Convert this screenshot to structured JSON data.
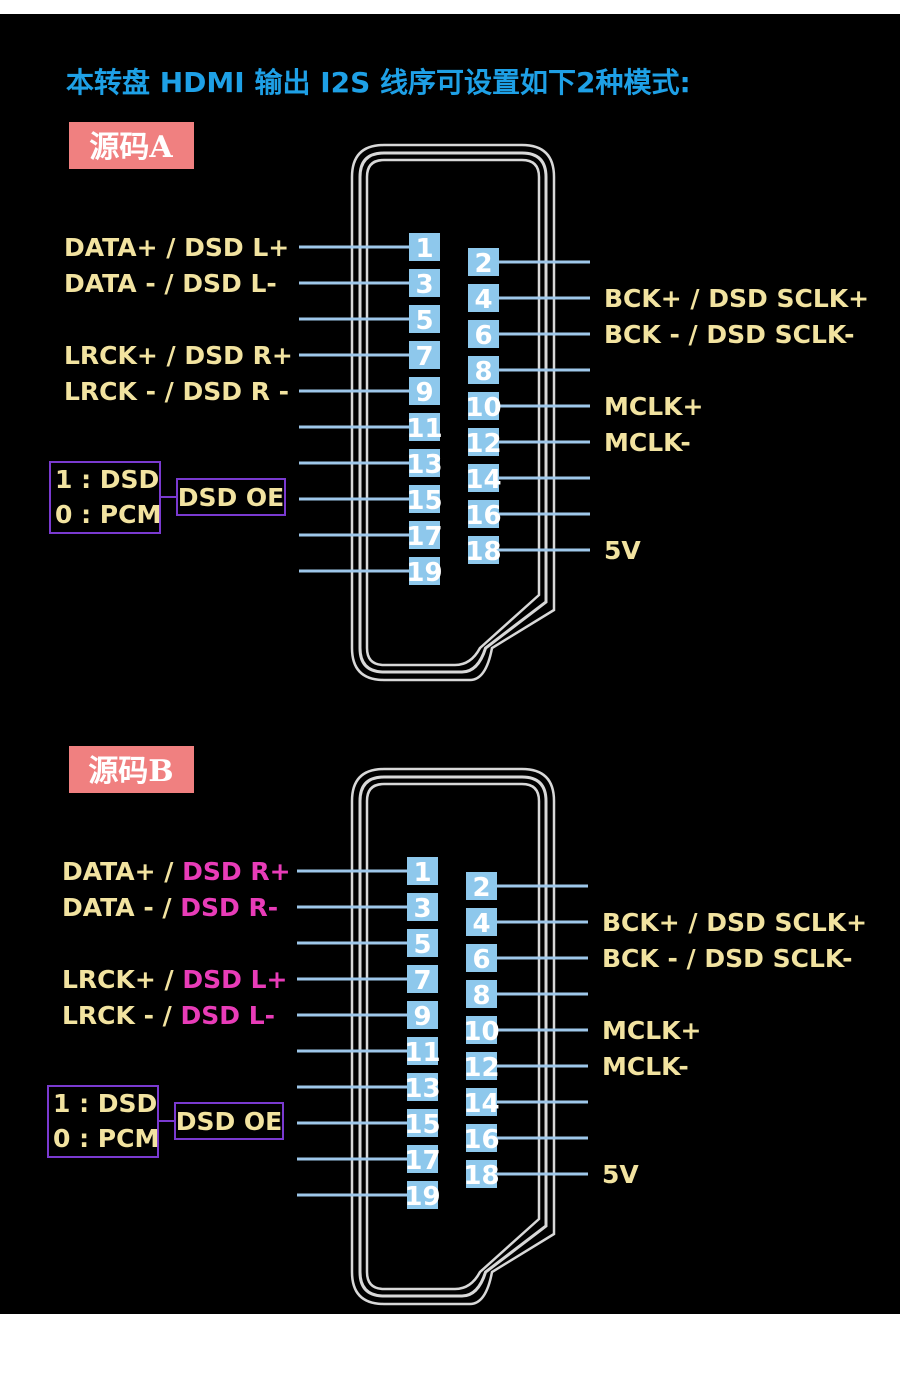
{
  "title": "本转盘 HDMI 输出 I2S 线序可设置如下2种模式:",
  "colors": {
    "background": "#000000",
    "page": "#ffffff",
    "title": "#1ea0e6",
    "label": "#f2e3a0",
    "highlight": "#e83cb8",
    "badge_bg": "#f08080",
    "pin_box": "#8ec8ec",
    "pin_text": "#ffffff",
    "lead": "#9ec7ea",
    "connector": "#d8d8d8",
    "purple_box": "#7a3ad0"
  },
  "diagrams": [
    {
      "badge": "源码A",
      "pins": [
        "1",
        "2",
        "3",
        "4",
        "5",
        "6",
        "7",
        "8",
        "9",
        "10",
        "11",
        "12",
        "13",
        "14",
        "15",
        "16",
        "17",
        "18",
        "19"
      ],
      "left_labels": [
        {
          "pin": "1",
          "parts": [
            {
              "text": "DATA+ / DSD L+",
              "hl": false
            }
          ]
        },
        {
          "pin": "3",
          "parts": [
            {
              "text": "DATA - / DSD L-",
              "hl": false
            }
          ]
        },
        {
          "pin": "7",
          "parts": [
            {
              "text": "LRCK+ / DSD R+",
              "hl": false
            }
          ]
        },
        {
          "pin": "9",
          "parts": [
            {
              "text": "LRCK - / DSD R -",
              "hl": false
            }
          ]
        }
      ],
      "right_labels": [
        {
          "pin": "4",
          "text": "BCK+ / DSD SCLK+"
        },
        {
          "pin": "6",
          "text": "BCK - / DSD SCLK-"
        },
        {
          "pin": "10",
          "text": "MCLK+"
        },
        {
          "pin": "12",
          "text": "MCLK-"
        },
        {
          "pin": "18",
          "text": "5V"
        }
      ],
      "dsd_oe": "DSD OE",
      "mode_lines": [
        "1 : DSD",
        "0 : PCM"
      ]
    },
    {
      "badge": "源码B",
      "pins": [
        "1",
        "2",
        "3",
        "4",
        "5",
        "6",
        "7",
        "8",
        "9",
        "10",
        "11",
        "12",
        "13",
        "14",
        "15",
        "16",
        "17",
        "18",
        "19"
      ],
      "left_labels": [
        {
          "pin": "1",
          "parts": [
            {
              "text": "DATA+ / ",
              "hl": false
            },
            {
              "text": "DSD R+",
              "hl": true
            }
          ]
        },
        {
          "pin": "3",
          "parts": [
            {
              "text": "DATA - / ",
              "hl": false
            },
            {
              "text": "DSD R-",
              "hl": true
            }
          ]
        },
        {
          "pin": "7",
          "parts": [
            {
              "text": "LRCK+ /  ",
              "hl": false
            },
            {
              "text": "DSD L+",
              "hl": true
            }
          ]
        },
        {
          "pin": "9",
          "parts": [
            {
              "text": "LRCK - /  ",
              "hl": false
            },
            {
              "text": "DSD L-",
              "hl": true
            }
          ]
        }
      ],
      "right_labels": [
        {
          "pin": "4",
          "text": "BCK+ / DSD SCLK+"
        },
        {
          "pin": "6",
          "text": "BCK - / DSD SCLK-"
        },
        {
          "pin": "10",
          "text": "MCLK+"
        },
        {
          "pin": "12",
          "text": "MCLK-"
        },
        {
          "pin": "18",
          "text": "5V"
        }
      ],
      "dsd_oe": "DSD OE",
      "mode_lines": [
        "1 : DSD",
        "0 : PCM"
      ]
    }
  ]
}
